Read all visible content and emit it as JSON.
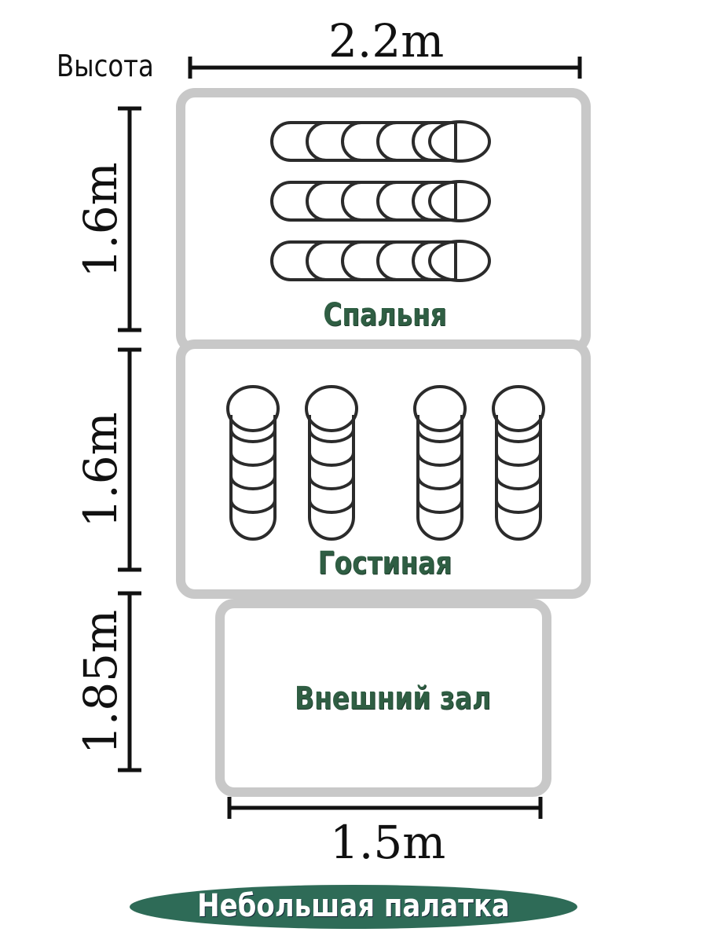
{
  "height_label": "Высота",
  "dimensions": {
    "top_width": "2.2m",
    "bottom_width": "1.5m",
    "bedroom_height": "1.6m",
    "living_height": "1.6m",
    "outer_hall_height": "1.85m"
  },
  "rooms": {
    "bedroom": "Спальня",
    "living_room": "Гостиная",
    "outer_hall": "Внешний зал"
  },
  "footer_title": "Небольшая палатка",
  "sleeping_bags": {
    "bedroom_count": 3,
    "living_room_count": 4
  },
  "colors": {
    "accent_green": "#2e6b57",
    "label_green": "#2f5e43",
    "wall_gray": "#c8c8c8"
  }
}
